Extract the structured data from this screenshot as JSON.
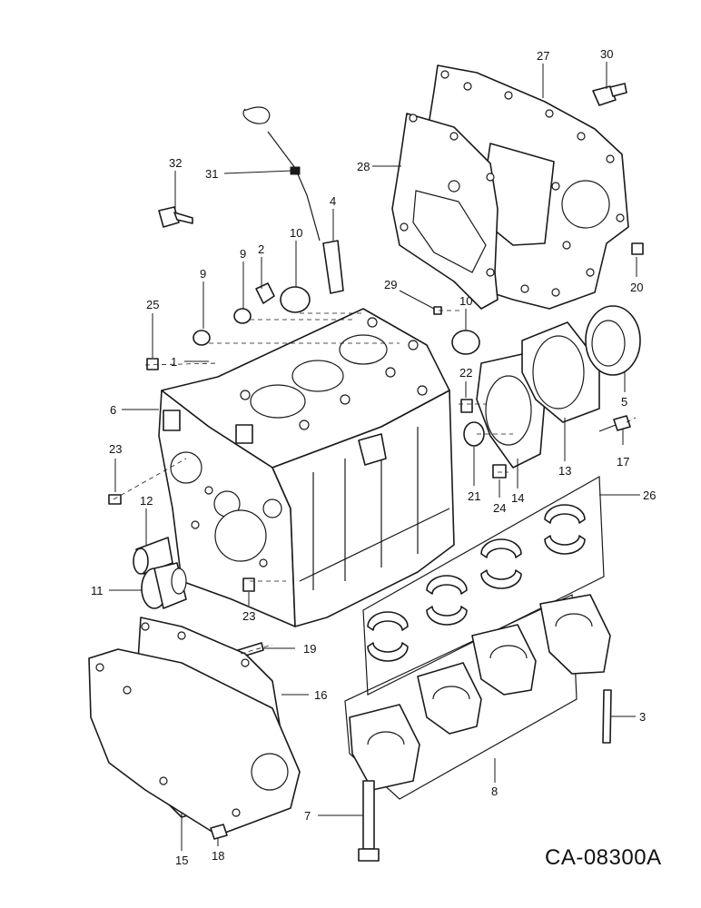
{
  "drawing_code": "CA-08300A",
  "callouts": [
    {
      "id": "c1",
      "text": "1"
    },
    {
      "id": "c2",
      "text": "2"
    },
    {
      "id": "c3",
      "text": "3"
    },
    {
      "id": "c4",
      "text": "4"
    },
    {
      "id": "c5",
      "text": "5"
    },
    {
      "id": "c6",
      "text": "6"
    },
    {
      "id": "c7",
      "text": "7"
    },
    {
      "id": "c8",
      "text": "8"
    },
    {
      "id": "c9a",
      "text": "9"
    },
    {
      "id": "c9b",
      "text": "9"
    },
    {
      "id": "c10a",
      "text": "10"
    },
    {
      "id": "c10b",
      "text": "10"
    },
    {
      "id": "c11",
      "text": "11"
    },
    {
      "id": "c12",
      "text": "12"
    },
    {
      "id": "c13",
      "text": "13"
    },
    {
      "id": "c14",
      "text": "14"
    },
    {
      "id": "c15",
      "text": "15"
    },
    {
      "id": "c16",
      "text": "16"
    },
    {
      "id": "c17",
      "text": "17"
    },
    {
      "id": "c18",
      "text": "18"
    },
    {
      "id": "c19",
      "text": "19"
    },
    {
      "id": "c20",
      "text": "20"
    },
    {
      "id": "c21",
      "text": "21"
    },
    {
      "id": "c22",
      "text": "22"
    },
    {
      "id": "c23a",
      "text": "23"
    },
    {
      "id": "c23b",
      "text": "23"
    },
    {
      "id": "c24",
      "text": "24"
    },
    {
      "id": "c25",
      "text": "25"
    },
    {
      "id": "c26",
      "text": "26"
    },
    {
      "id": "c27",
      "text": "27"
    },
    {
      "id": "c28",
      "text": "28"
    },
    {
      "id": "c29",
      "text": "29"
    },
    {
      "id": "c30",
      "text": "30"
    },
    {
      "id": "c31",
      "text": "31"
    },
    {
      "id": "c32",
      "text": "32"
    }
  ]
}
